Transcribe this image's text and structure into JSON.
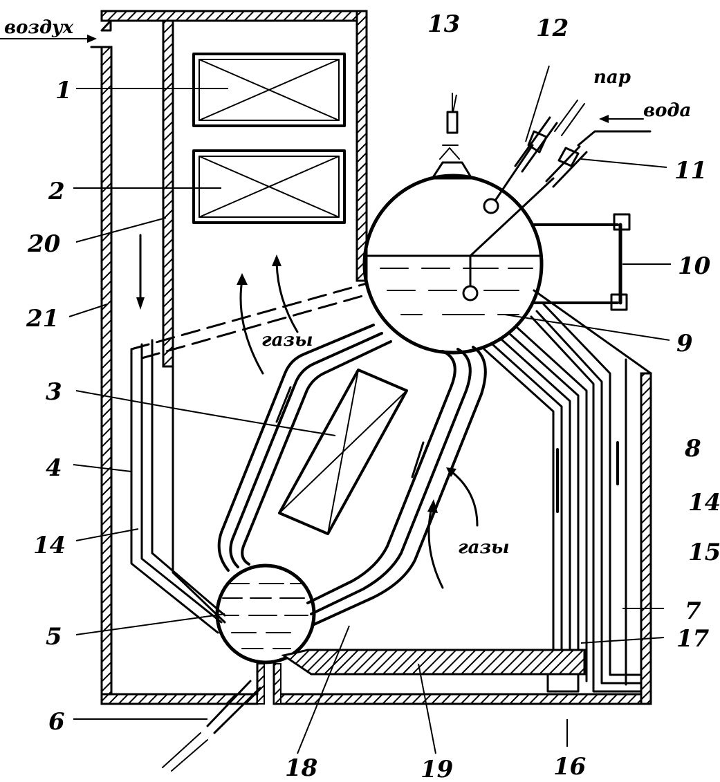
{
  "words": {
    "air": "воздух",
    "steam": "пар",
    "water": "вода",
    "gases_upper": "газы",
    "gases_lower": "газы"
  },
  "labels": {
    "l1": "1",
    "l2": "2",
    "l3": "3",
    "l4": "4",
    "l5": "5",
    "l6": "6",
    "l7": "7",
    "l8": "8",
    "l9": "9",
    "l10": "10",
    "l11": "11",
    "l12": "12",
    "l13": "13",
    "l14_left": "14",
    "l14_right": "14",
    "l15": "15",
    "l16": "16",
    "l17": "17",
    "l18": "18",
    "l19": "19",
    "l20": "20",
    "l21": "21"
  }
}
